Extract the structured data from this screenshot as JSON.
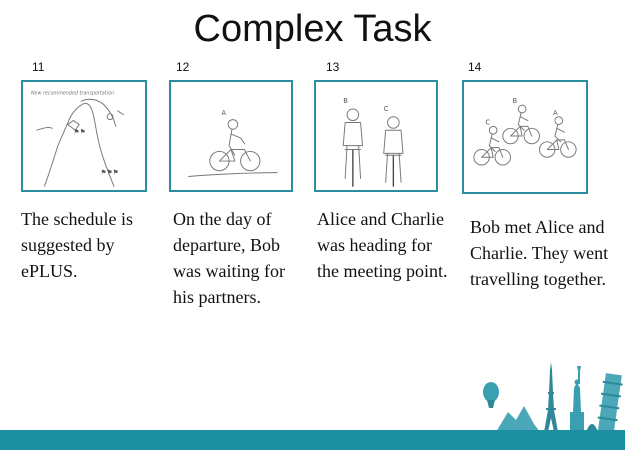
{
  "slide": {
    "title": "Complex Task"
  },
  "panels": [
    {
      "number": "11",
      "caption": "The schedule is suggested by ePLUS.",
      "sketch_note": "New recommended transportation",
      "icon": "route-map-sketch"
    },
    {
      "number": "12",
      "caption": "On the day of departure, Bob was waiting for his partners.",
      "sketch_label": "A",
      "icon": "cyclist-waiting-sketch"
    },
    {
      "number": "13",
      "caption": "Alice and Charlie was heading for the meeting point.",
      "sketch_labels": [
        "B",
        "C"
      ],
      "icon": "two-people-with-bikes-sketch"
    },
    {
      "number": "14",
      "caption": "Bob met Alice and Charlie. They went travelling together.",
      "sketch_labels": [
        "C",
        "B",
        "A"
      ],
      "icon": "three-cyclists-sketch"
    }
  ],
  "colors": {
    "accent": "#1c8fa1",
    "frame_border": "#2a8ea0",
    "skyline": "#3a9fb0"
  }
}
